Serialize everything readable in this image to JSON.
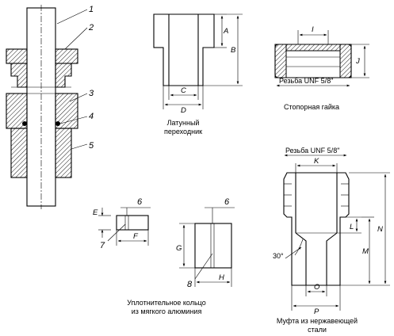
{
  "callouts": {
    "n1": "1",
    "n2": "2",
    "n3": "3",
    "n4": "4",
    "n5": "5",
    "n6a": "6",
    "n6b": "6",
    "n7": "7",
    "n8": "8"
  },
  "brass_adapter": {
    "dim_a": "A",
    "dim_b": "B",
    "dim_c": "C",
    "dim_d": "D",
    "caption_line1": "Латунный",
    "caption_line2": "переходник"
  },
  "lock_nut": {
    "dim_i": "I",
    "dim_j": "J",
    "thread_label": "Резьба UNF 5/8\"",
    "caption": "Стопорная гайка"
  },
  "ring": {
    "dim_e": "E",
    "dim_f": "F",
    "dim_g": "G",
    "dim_h": "H",
    "caption_line1": "Уплотнительное кольцо",
    "caption_line2": "из мягкого алюминия"
  },
  "coupling": {
    "thread_label": "Резьба UNF 5/8\"",
    "dim_k": "K",
    "dim_l": "L",
    "dim_m": "M",
    "dim_n": "N",
    "dim_o": "O",
    "dim_p": "P",
    "angle": "30°",
    "caption_line1": "Муфта из нержавеющей",
    "caption_line2": "стали"
  }
}
